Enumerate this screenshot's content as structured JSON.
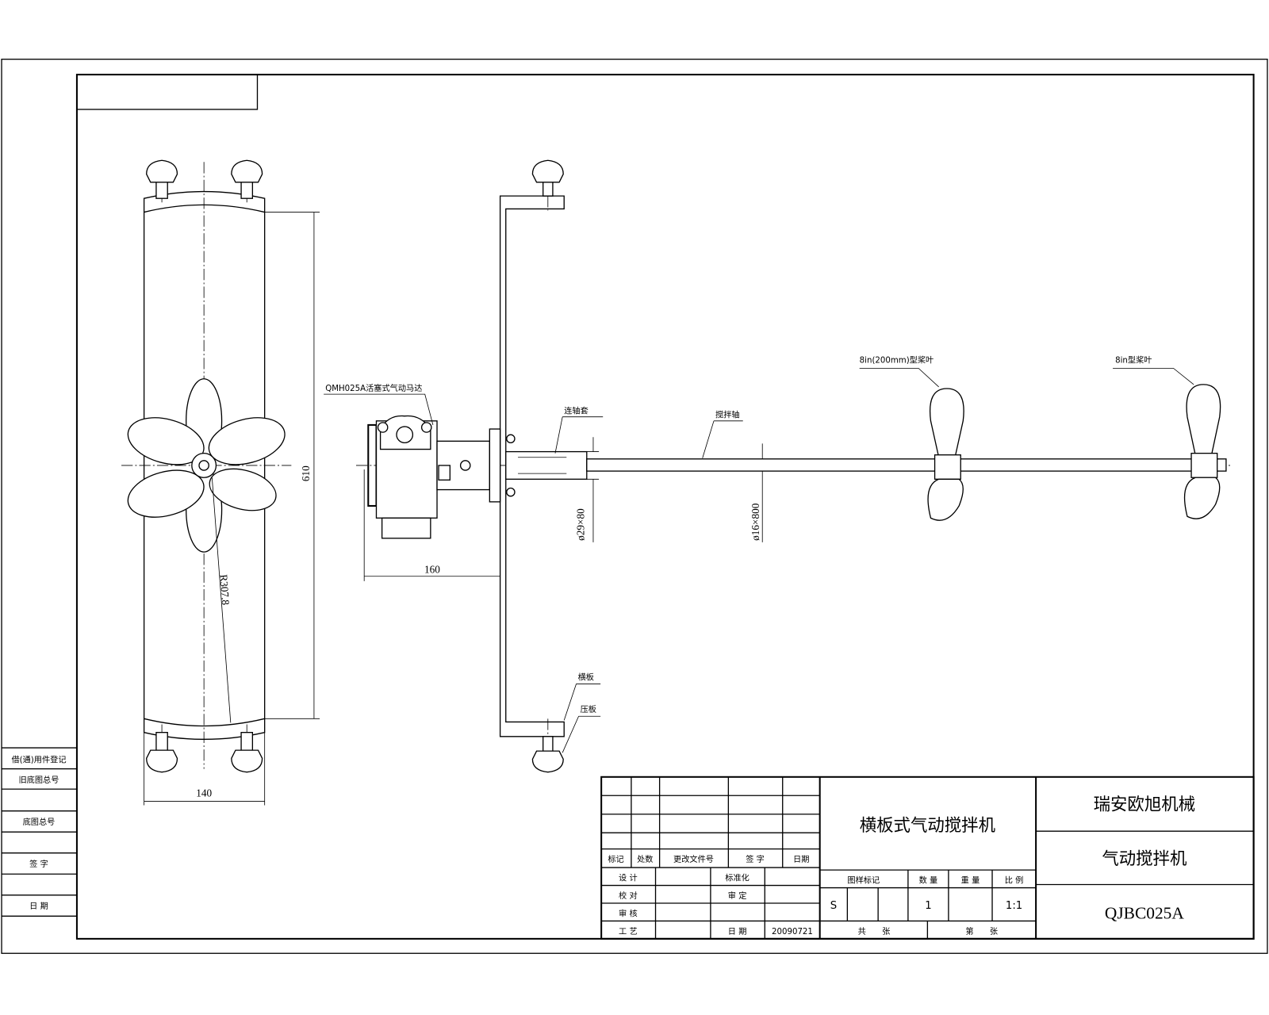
{
  "drawing": {
    "title": "横板式气动搅拌机",
    "company": "瑞安欧旭机械",
    "product_name": "气动搅拌机",
    "model_code": "QJBC025A",
    "date": "20090721"
  },
  "side_table": {
    "rows": [
      "借(通)用件登记",
      "旧底图总号",
      "底图总号",
      "签 字",
      "日 期"
    ]
  },
  "title_block": {
    "revision_headers": [
      "标记",
      "处数",
      "更改文件号",
      "签 字",
      "日期"
    ],
    "approval_labels": [
      "设 计",
      "校 对",
      "审 核",
      "工 艺"
    ],
    "approval_labels_2": [
      "标准化",
      "审 定",
      "日 期"
    ],
    "info_headers": [
      "图样标记",
      "数 量",
      "重 量",
      "比 例"
    ],
    "mark": "S",
    "quantity": "1",
    "scale": "1:1",
    "sheet_total": "共　　张",
    "sheet_no": "第　　张"
  },
  "annotations": {
    "motor": "QMH025A活塞式气动马达",
    "coupling": "连轴套",
    "shaft": "搅拌轴",
    "impeller_1": "8in(200mm)型桨叶",
    "impeller_2": "8in型桨叶",
    "plate": "横板",
    "clamp": "压板"
  },
  "dimensions": {
    "height": "610",
    "width": "140",
    "radius": "R307.8",
    "offset": "160",
    "coupling_dia": "ø29×80",
    "shaft_dia": "ø16×800"
  }
}
